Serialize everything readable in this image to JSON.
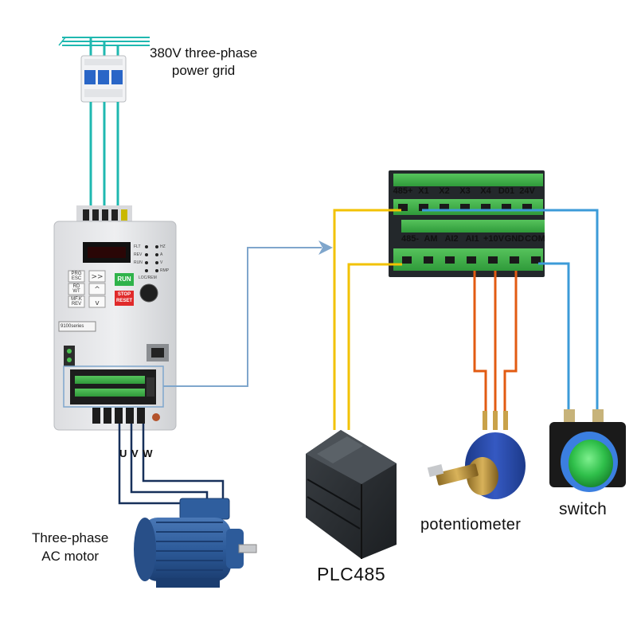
{
  "labels": {
    "power_grid": "380V three-phase\npower grid",
    "motor": "Three-phase\nAC motor",
    "plc": "PLC485",
    "potentiometer": "potentiometer",
    "switch": "switch",
    "uvw": "U V W"
  },
  "terminal_block": {
    "top_row": [
      "485+",
      "X1",
      "X2",
      "X3",
      "X4",
      "D01",
      "24V"
    ],
    "bottom_row": [
      "485-",
      "AM",
      "AI2",
      "AI1",
      "+10V",
      "GND",
      "COM"
    ]
  },
  "inverter": {
    "model_series": "9100series",
    "run_label": "RUN",
    "stop_label": "STOP\nRESET",
    "keys": [
      "PRG\nESC",
      "RD\nWT",
      "MF.K\nREV"
    ],
    "status_leds": [
      "FLT",
      "REV",
      "RUN",
      "LOC/REM"
    ],
    "unit_leds": [
      "HZ",
      "A",
      "V",
      "RMP"
    ]
  },
  "colors": {
    "power_wire": "#1fb8b0",
    "motor_wire": "#17305a",
    "rs485_wire": "#f2c200",
    "pot_wire": "#e25b12",
    "switch_wire": "#3c9bd8",
    "terminal_green": "#3eae46",
    "arrow": "#7fa6cc"
  },
  "icons": {
    "breaker": "circuit-breaker-icon",
    "inverter": "frequency-inverter-icon",
    "motor": "ac-motor-icon",
    "plc": "plc-icon",
    "potentiometer": "potentiometer-icon",
    "switch": "push-button-switch-icon"
  }
}
